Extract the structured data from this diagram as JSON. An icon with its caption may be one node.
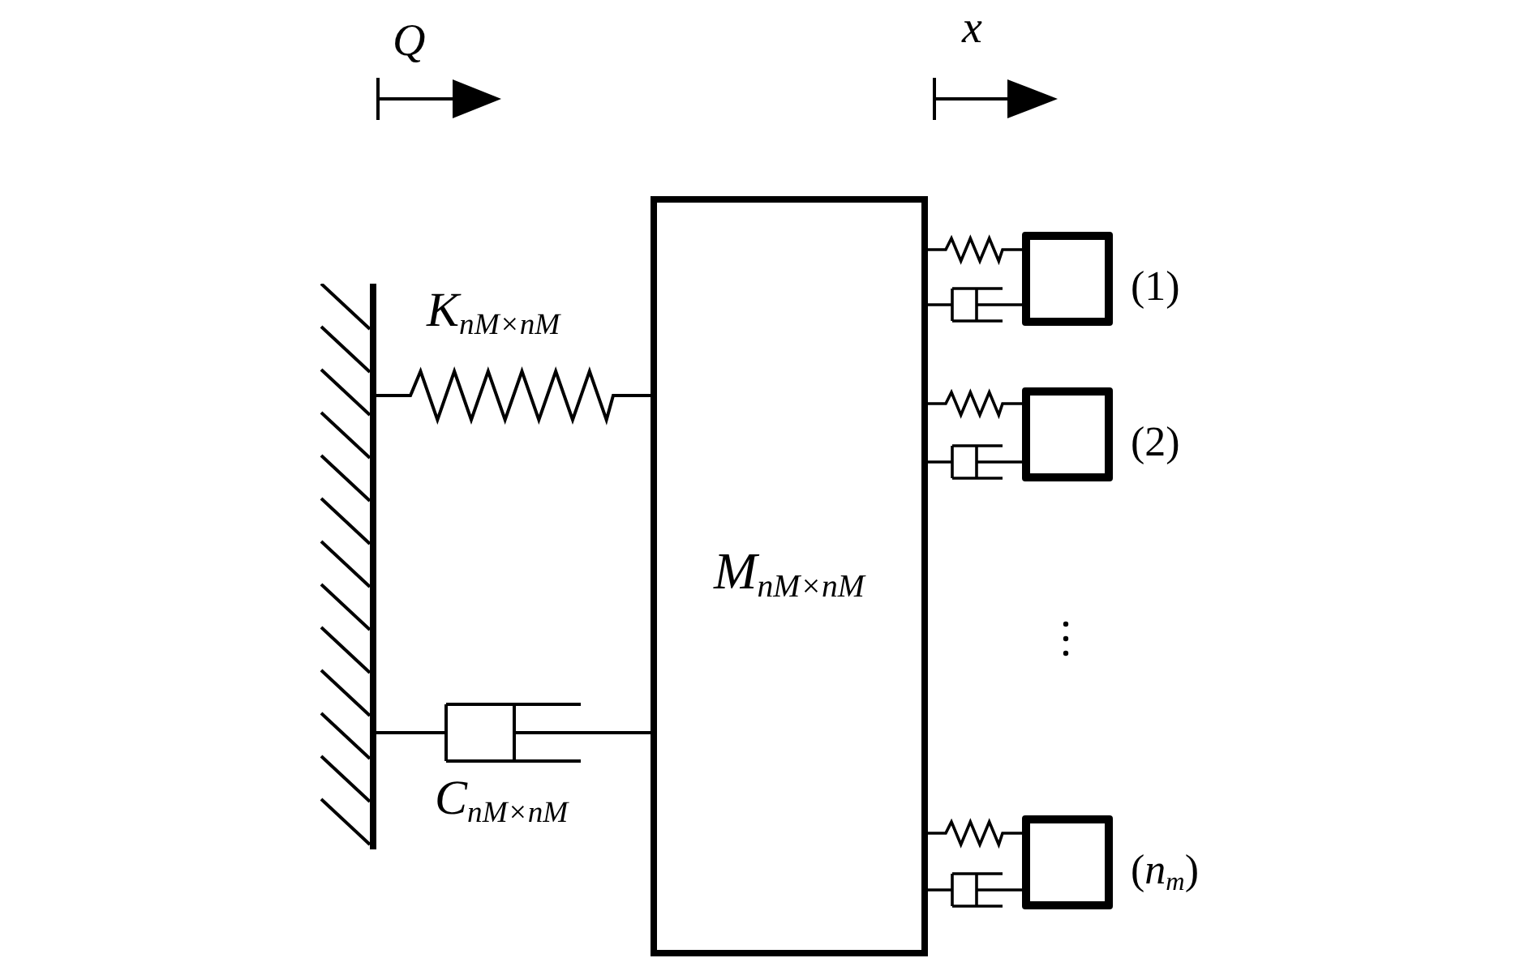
{
  "diagram": {
    "nodes": [
      {
        "text": [],
        "shape": "wall"
      },
      {
        "text": [
          "M$_{nM×nM}$"
        ]
      },
      {
        "text": [],
        "shape": "box",
        "beside": [
          "(1)"
        ]
      },
      {
        "text": [],
        "shape": "box",
        "beside": [
          "(2)"
        ]
      },
      {
        "text": [],
        "shape": "box",
        "beside": [
          "(*n*$_{m}$)"
        ]
      }
    ],
    "edges": [
      {
        "from": 0,
        "to": 1,
        "arrow": "none",
        "label": "K$_{nM×nM}$"
      },
      {
        "from": 0,
        "to": 1,
        "arrow": "none",
        "label": "C$_{nM×nM}$"
      },
      {
        "from": 1,
        "to": 2,
        "arrow": "none"
      },
      {
        "from": 1,
        "to": 2,
        "arrow": "none"
      },
      {
        "from": 1,
        "to": 3,
        "arrow": "none"
      },
      {
        "from": 1,
        "to": 3,
        "arrow": "none"
      },
      {
        "from": 1,
        "to": 4,
        "arrow": "none"
      },
      {
        "from": 1,
        "to": 4,
        "arrow": "none"
      }
    ],
    "labels": [
      "Q",
      "x"
    ]
  }
}
